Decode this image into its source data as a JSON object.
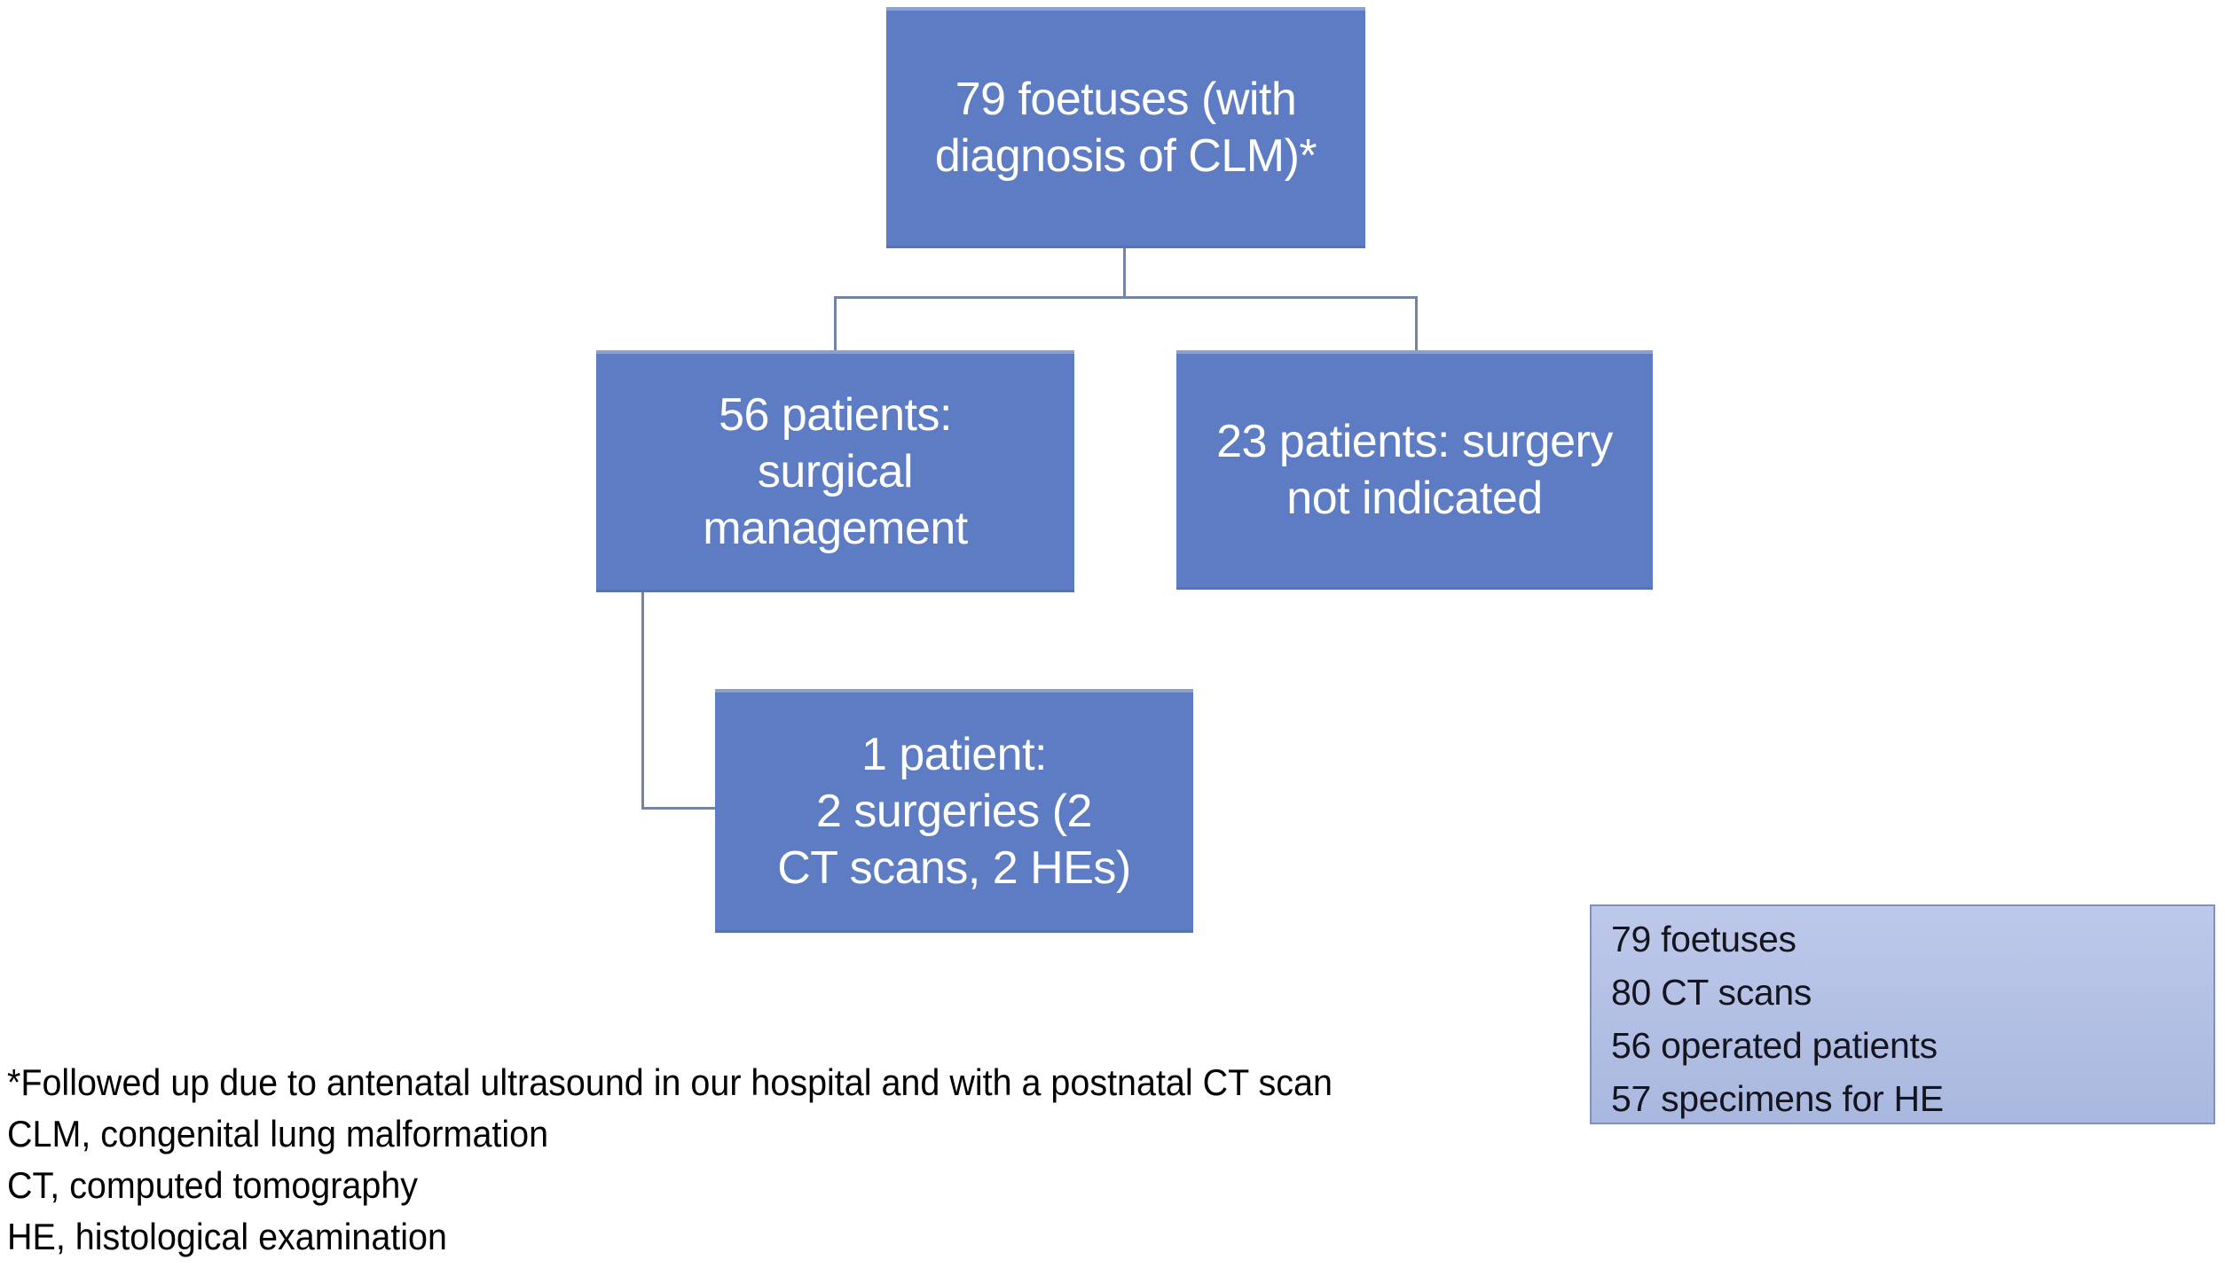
{
  "colors": {
    "box_fill": "#5d7cc3",
    "box_text": "#ffffff",
    "connector": "#7384a6",
    "summary_top": "#bdc8ea",
    "summary_bottom": "#a9b8df",
    "summary_border": "#8191b9",
    "summary_text": "#15151f",
    "footnote_text": "#000000"
  },
  "boxes": {
    "root": {
      "lines": [
        "79 foetuses (with",
        "diagnosis of CLM)*"
      ]
    },
    "surgical": {
      "lines": [
        "56 patients:",
        "surgical",
        "management"
      ]
    },
    "nosurg": {
      "lines": [
        "23 patients: surgery",
        "not indicated"
      ]
    },
    "repeat": {
      "lines": [
        "1 patient:",
        "2 surgeries (2",
        "CT scans, 2 HEs)"
      ]
    }
  },
  "summary": {
    "items": [
      "79 foetuses",
      "80 CT scans",
      "56 operated patients",
      "57 specimens for HE"
    ]
  },
  "footnotes": [
    "*Followed up due to antenatal ultrasound in our hospital and with a postnatal CT scan",
    "CLM, congenital lung malformation",
    "CT, computed tomography",
    "HE, histological examination"
  ]
}
